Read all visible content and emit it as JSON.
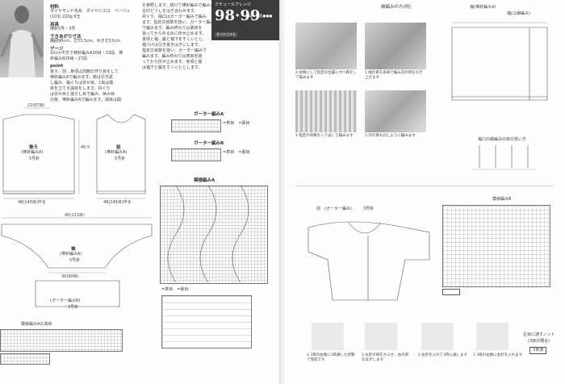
{
  "header": {
    "series": "クチュールアレンジ",
    "number": "98·99",
    "page_ref": "page 作品●●●",
    "tag": "ダイヤコスモ"
  },
  "materials": {
    "label_material": "材料",
    "material": "ダイヤモンド毛糸　ダイヤシエロ　ベージュ",
    "material_detail": "(103) 220g 8玉",
    "label_tool": "用具",
    "tool": "棒針5号・3号",
    "label_size": "できあがり寸法",
    "size": "胸囲96cm、丈53.5cm、ゆき丈53cm",
    "label_gauge": "ゲージ",
    "gauge": "10cm平方で棒針編みA30目・33段、棒",
    "gauge2": "針編みB26目・27段",
    "label_point": "point"
  },
  "instructions": {
    "left_col": [
      "後ろ、前…身頃は別鎖の作り目をして",
      "棒針編みAで編みます。肩は引き返",
      "し編み、袖ぐりは伏せ目、1目は端",
      "目を立てる減目をします。衿ぐり",
      "は伏せ目と減らし目で編み、休み目",
      "の後、棒針編みAで編みます。減目は図"
    ],
    "right_col": [
      "を参照します。続けて棒針編みで編みます。",
      "合印どうしをはぎ合わせます。",
      "衿ぐり、袖口はガーター編みで編み",
      "ます。指定の目数を拾い、ガーター編み",
      "で編みます。編み終わりは裏目を",
      "拾ってからゆるめに伏せ止めます。",
      "身頃と袖…脇と袖下をすくいとじ、",
      "袖つけは引き抜きはぎにします。",
      "指定の目数を拾い、ガーター編みで",
      "編みます。編み終わりは表目を拾",
      "ってから伏せ止めます。身頃と袖",
      "は袖下と脇をすくいとじします。"
    ]
  },
  "schematics": {
    "back_label": "後ろ",
    "back_sub": "(棒針編みA)",
    "back_size": "5号針",
    "front_label": "前",
    "front_sub": "(棒針編みA)",
    "front_size": "5号針",
    "sleeve_label": "袖",
    "sleeve_sub": "(棒針編みA)",
    "sleeve_size": "5号針",
    "garter_label": "(ガーター編みB)",
    "garter_size": "3号針",
    "dim_back": "48(145目)作る",
    "dim_front": "48(145目)作る",
    "dim_top": "22(67目)",
    "dim_side": "45.5",
    "dim_sleeve": "40(121目)",
    "dim_bottom": "30(90目)",
    "garter_a_title": "ガーター編みA",
    "garter_b_title": "ガーター編みB",
    "garter_legend": "=表目　=裏目",
    "stock_a_title": "模様編みA",
    "stock_b_title": "模様編みB",
    "stock_a_bottom": "模様編みAの減目"
  },
  "right_page": {
    "step_title": "縁編みの方(例)",
    "photo_caps": [
      "2 右側にして指定の位置にすべ目をして編みます",
      "1 端の目を表目で編み次の目を引き上げます",
      "4 指定の目数をくり返して編みます",
      "3 次の目も同じように編みます"
    ],
    "sleeve_title": "袖(棒針編みA)",
    "cuff_title": "袖口(縁編み)",
    "cuff_note": "袖口の縁編みの目の拾い方",
    "body_label": "前　(ガーター編み)",
    "body_size": "3号針",
    "diagram_b_title": "模様編みB",
    "knot_title1": "左目に通すノット",
    "knot_title2": "(3目の場合)",
    "knot_caps": [
      "4 3目の右端に3目通した状態で完成です",
      "3 左針の目をかぶせ、右の目をはずします",
      "2 右針を入れて3目に通します",
      "1 3目の右端に右針を入れます"
    ],
    "knot_box": "3目通"
  }
}
